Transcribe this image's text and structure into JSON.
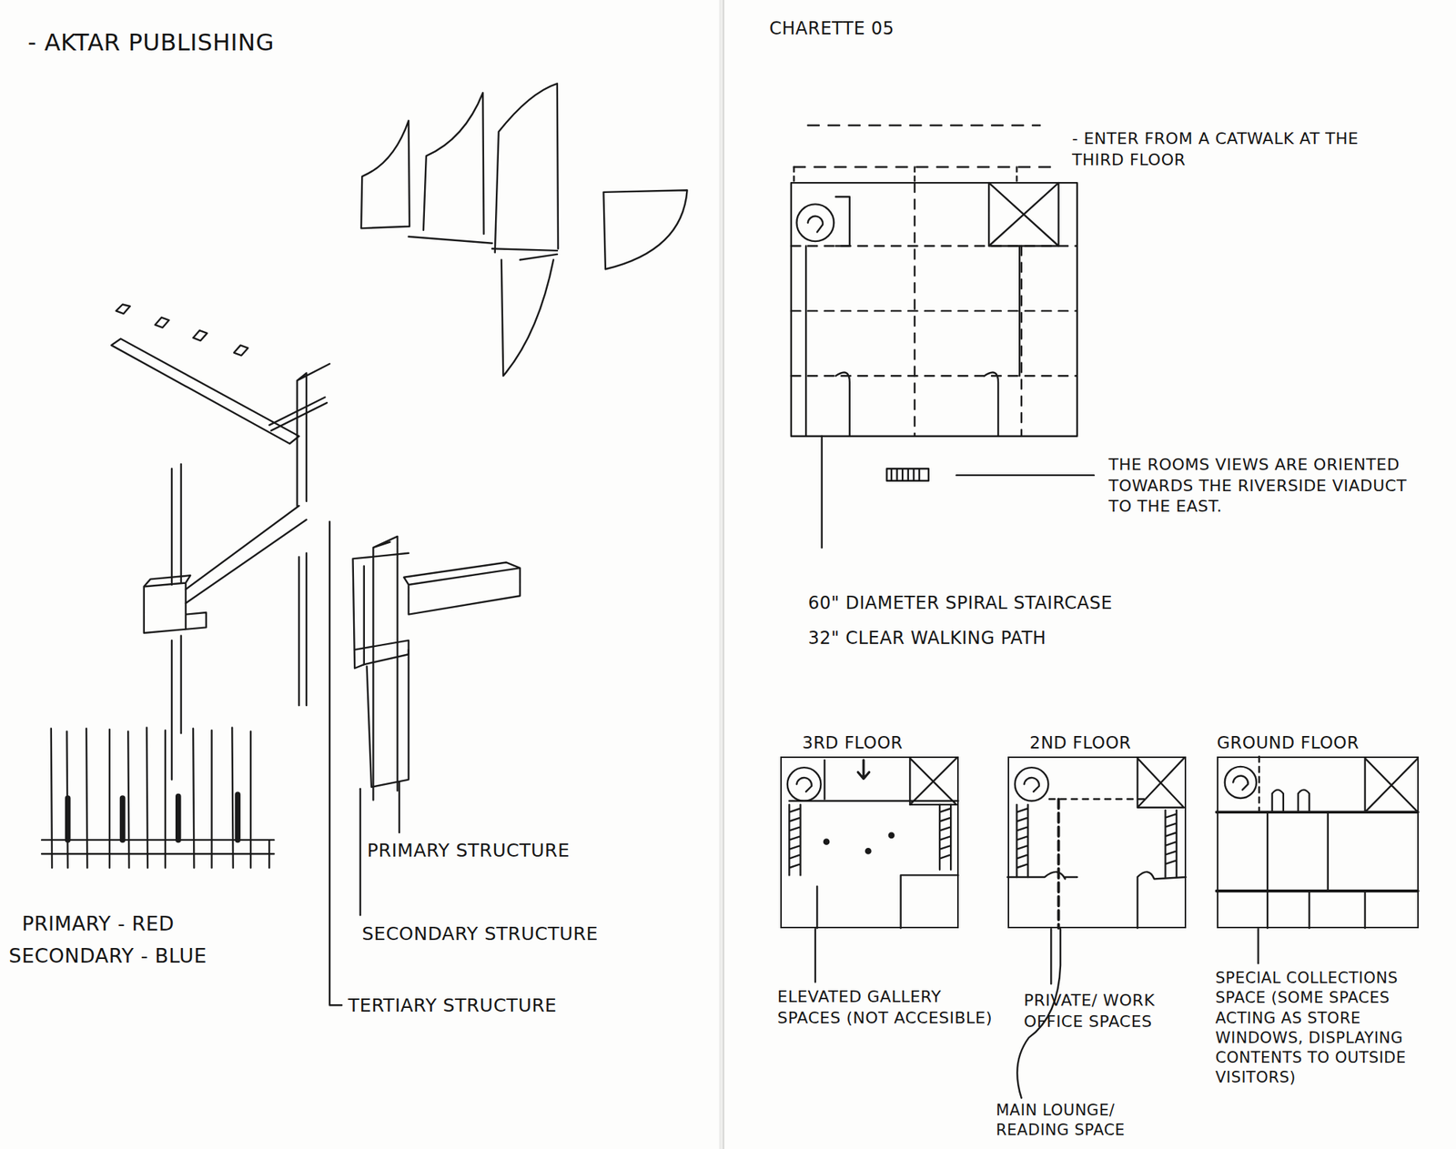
{
  "diagram": {
    "title": "- AKTAR PUBLISHING",
    "nodes": [
      {
        "text": [
          "3RD FLOOR"
        ]
      },
      {
        "text": [
          "2ND FLOOR"
        ]
      },
      {
        "text": [
          "GROUND FLOOR"
        ]
      }
    ],
    "labels": [
      "CHARETTE 05",
      "- ENTER FROM A CATWALK AT THE THIRD FLOOR",
      "THE ROOMS VIEWS ARE ORIENTED TOWARDS THE RIVERSIDE VIADUCT TO THE EAST.",
      "60\" DIAMETER SPIRAL STAIRCASE",
      "32\" CLEAR WALKING PATH",
      "PRIMARY - RED",
      "SECONDARY - BLUE",
      "PRIMARY STRUCTURE",
      "SECONDARY STRUCTURE",
      "TERTIARY STRUCTURE",
      "ELEVATED GALLERY SPACES (NOT ACCESIBLE)",
      "PRIVATE/ WORK OFFICE SPACES",
      "MAIN LOUNGE/ READING SPACE",
      "SPECIAL COLLECTIONS SPACE (SOME SPACES ACTING AS STORE WINDOWS, DISPLAYING CONTENTS TO OUTSIDE VISITORS)"
    ]
  }
}
